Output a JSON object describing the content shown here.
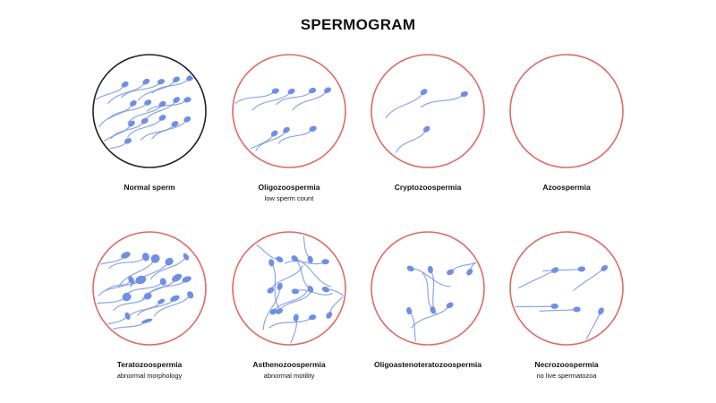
{
  "title": "SPERMOGRAM",
  "colors": {
    "sperm": "#6f8fe6",
    "normal_ring": "#222222",
    "abnormal_ring": "#e06a66"
  },
  "panels": [
    {
      "name": "Normal sperm",
      "subtitle": "",
      "normal": true,
      "sperm_count": 16,
      "style": "normal"
    },
    {
      "name": "Oligozoospermia",
      "subtitle": "low sperm count",
      "normal": false,
      "sperm_count": 7,
      "style": "normal"
    },
    {
      "name": "Cryptozoospermia",
      "subtitle": "",
      "normal": false,
      "sperm_count": 3,
      "style": "normal"
    },
    {
      "name": "Azoospermia",
      "subtitle": "",
      "normal": false,
      "sperm_count": 0,
      "style": "normal"
    },
    {
      "name": "Teratozoospermia",
      "subtitle": "abnormal morphology",
      "normal": false,
      "sperm_count": 17,
      "style": "deformed"
    },
    {
      "name": "Asthenozoospermia",
      "subtitle": "abnormal motility",
      "normal": false,
      "sperm_count": 15,
      "style": "random"
    },
    {
      "name": "Oligoastenoteratozoospermia",
      "subtitle": "",
      "normal": false,
      "sperm_count": 7,
      "style": "random"
    },
    {
      "name": "Necrozoospermia",
      "subtitle": "no live spermatozoa",
      "normal": false,
      "sperm_count": 6,
      "style": "straight"
    }
  ]
}
